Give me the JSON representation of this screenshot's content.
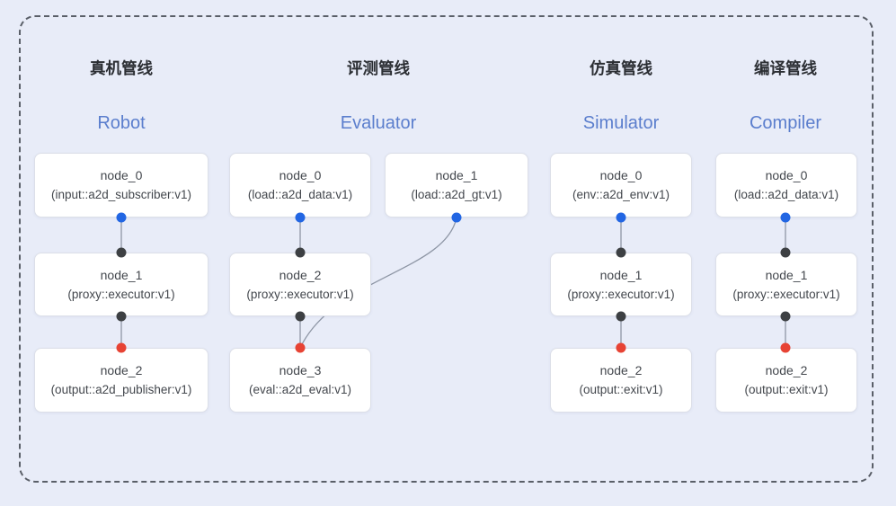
{
  "colors": {
    "bg": "#e8ecf8",
    "frame": "#5a5f68",
    "title": "#2b2e33",
    "subtitle": "#5b7ecd",
    "node-text": "#43474d",
    "node-border": "#dcdfe8",
    "node-bg": "#ffffff",
    "edge": "#8e96a5",
    "dot-blue": "#2266e3",
    "dot-black": "#3d4043",
    "dot-red": "#e74334"
  },
  "pipelines": [
    {
      "title": "真机管线",
      "subtitle": "Robot",
      "nodes": [
        {
          "name": "node_0",
          "type": "(input::a2d_subscriber:v1)"
        },
        {
          "name": "node_1",
          "type": "(proxy::executor:v1)"
        },
        {
          "name": "node_2",
          "type": "(output::a2d_publisher:v1)"
        }
      ]
    },
    {
      "title": "评测管线",
      "subtitle": "Evaluator",
      "nodes": [
        {
          "name": "node_0",
          "type": "(load::a2d_data:v1)"
        },
        {
          "name": "node_1",
          "type": "(load::a2d_gt:v1)"
        },
        {
          "name": "node_2",
          "type": "(proxy::executor:v1)"
        },
        {
          "name": "node_3",
          "type": "(eval::a2d_eval:v1)"
        }
      ]
    },
    {
      "title": "仿真管线",
      "subtitle": "Simulator",
      "nodes": [
        {
          "name": "node_0",
          "type": "(env::a2d_env:v1)"
        },
        {
          "name": "node_1",
          "type": "(proxy::executor:v1)"
        },
        {
          "name": "node_2",
          "type": "(output::exit:v1)"
        }
      ]
    },
    {
      "title": "编译管线",
      "subtitle": "Compiler",
      "nodes": [
        {
          "name": "node_0",
          "type": "(load::a2d_data:v1)"
        },
        {
          "name": "node_1",
          "type": "(proxy::executor:v1)"
        },
        {
          "name": "node_2",
          "type": "(output::exit:v1)"
        }
      ]
    }
  ]
}
